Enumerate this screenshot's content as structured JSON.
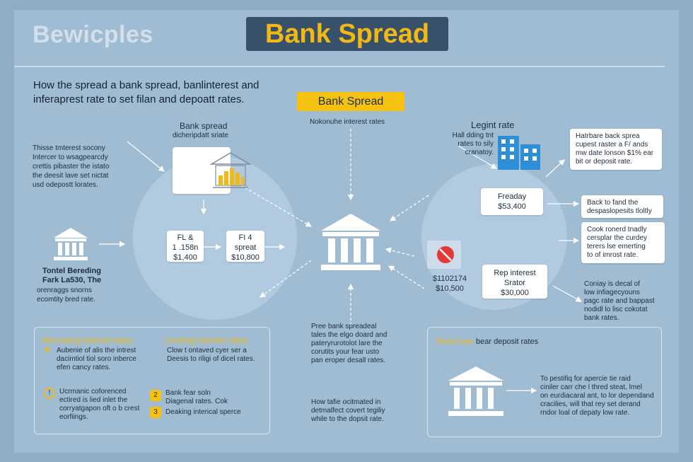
{
  "header": {
    "brand": "Bewicples",
    "title": "Bank Spread",
    "intro_line1": "How the spread a bank spread, banlinterest and",
    "intro_line2": "inferaprest rate to set filan and depoatt rates.",
    "sub_badge": "Bank Spread",
    "sub_caption": "Nokonuhe interest rates"
  },
  "left_note": {
    "lines": [
      "Thisse tmterest socony",
      "Intercer to wsagpearcdy",
      "crettis pibaster the istato",
      "the deesit lave set nictat",
      "usd odepostt lorates."
    ]
  },
  "bank_spread_node": {
    "title": "Bank spread",
    "caption": "dicheripdatt sriate"
  },
  "small_cards": [
    {
      "line1": "FL &",
      "line2": "1 .158n",
      "line3": "$1,400"
    },
    {
      "line1": "FI 4",
      "line2": "spreat",
      "line3": "$10,800"
    }
  ],
  "left_bank": {
    "title1": "Tontel Bereding",
    "title2": "Fark La530, The",
    "caption1": "orenraggs snorns",
    "caption2": "ecomtity bred rate."
  },
  "center_note": {
    "lines": [
      "Pree bank spreadeal",
      "tales the elgo doard and",
      "pateryrurotolot lare the",
      "corutits your fear usto",
      "pan eroper desall rates."
    ]
  },
  "right_top": {
    "title": "Legint rate",
    "caption_lines": [
      "Hall dding tnt",
      "rates to sily",
      "cranatoy."
    ]
  },
  "right_cards": [
    {
      "lines": [
        "Hatrbare back sprea",
        "cupest raster a F/ ands",
        "mw date lonson $1% ear",
        "bit or deposit rate."
      ]
    },
    {
      "lines": [
        "Freaday",
        "$53,400"
      ]
    },
    {
      "lines": [
        "Back to fand the",
        "despaslopesits tloltly"
      ]
    },
    {
      "lines": [
        "Cook ronerd tnadly",
        "cersplar the curdey",
        "terers lse emerting",
        "to of imrost rate."
      ]
    },
    {
      "lines": [
        "Rep interest",
        "Srator",
        "$30,000"
      ]
    }
  ],
  "right_misc": {
    "amount_label1": "$1102174",
    "amount_label2": "$10,500",
    "bottom_note": [
      "Coniay is decal of",
      "low infiagecyouns",
      "pagc rate and bappast",
      "nodidl lo lisc cokotat",
      "bank rates."
    ]
  },
  "bottom_left_box": {
    "heading_borrow": "Borrowing interest rates:",
    "heading_lend": "Lending interest rates:",
    "borrow_lines": [
      "Aubenie of alis the intrest",
      "dacimtiol tiol soro inberce",
      "efen cancy rates."
    ],
    "lend_lines": [
      "Clow t ontaved cyer ser a",
      "Deesis to riligi of dicel rates."
    ],
    "item_a_lines": [
      "Ucrmanic coforenced",
      "ectired is lied inlet the",
      "corryatgapon oft o b crest",
      "eorfiings."
    ],
    "item_b1": "Bank fear soln",
    "item_b2": "Diagenal rates. Cok",
    "item_b3": "Deaking interical sperce",
    "dot1": "!",
    "dot2": "2",
    "dot3": "3"
  },
  "bottom_center": {
    "lines": [
      "How tafie ocitmated in",
      "detmalfect covert tegiliy",
      "while to the dopsit rate."
    ]
  },
  "bottom_right_box": {
    "heading": "Back/Loan",
    "heading_rest": "bear deposit rates",
    "lines": [
      "To pestifiq for apercie tie raid",
      "ciniler carr che l thred steat, lmel",
      "on eurdiacaral ant, to lor dependand",
      "cracilies, will that rey set derand",
      "rndor loal of depaty low rate."
    ]
  },
  "colors": {
    "background": "#8fadc6",
    "panel": "#9fbcd3",
    "title_bg": "#37516b",
    "accent_yellow": "#f2b915",
    "building_blue": "#2e8fd8",
    "stop_red": "#e3383a"
  },
  "icons": [
    "bank-building-icon",
    "bar-chart-icon",
    "office-building-icon",
    "stop-sign-icon"
  ]
}
